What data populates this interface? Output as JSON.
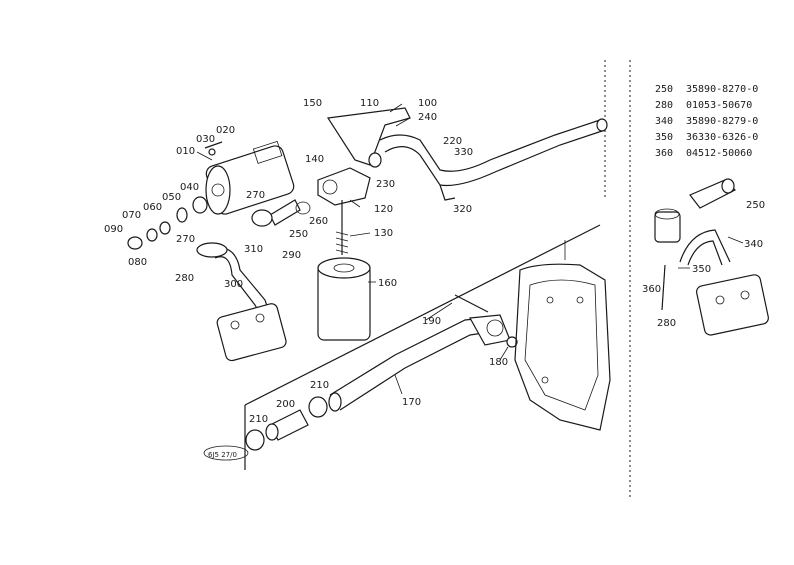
{
  "callouts": [
    "010",
    "020",
    "030",
    "040",
    "050",
    "060",
    "070",
    "080",
    "090",
    "100",
    "110",
    "120",
    "130",
    "140",
    "150",
    "160",
    "170",
    "180",
    "190",
    "200",
    "210",
    "210",
    "220",
    "230",
    "240",
    "250",
    "260",
    "270",
    "270",
    "280",
    "290",
    "300",
    "310",
    "320",
    "330",
    "250",
    "340",
    "350",
    "360",
    "280"
  ],
  "table": [
    {
      "item": "250",
      "part": "35890-8270-0"
    },
    {
      "item": "280",
      "part": "01053-50670"
    },
    {
      "item": "340",
      "part": "35890-8279-0"
    },
    {
      "item": "350",
      "part": "36330-6326-0"
    },
    {
      "item": "360",
      "part": "04512-50060"
    }
  ],
  "stamp": "6J5 27/0"
}
